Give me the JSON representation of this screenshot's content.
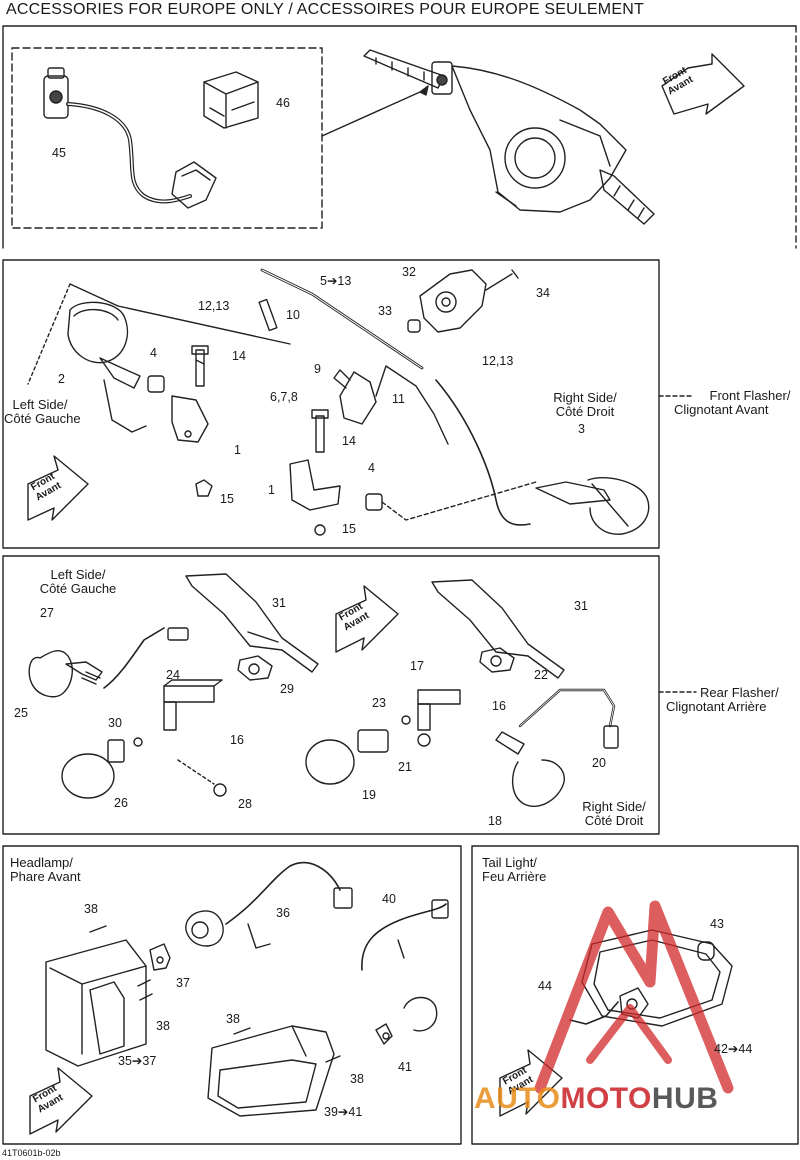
{
  "title": "ACCESSORIES FOR EUROPE ONLY / ACCESSOIRES POUR EUROPE SEULEMENT",
  "front_label": [
    "Front",
    "Avant"
  ],
  "sections": {
    "front_flasher": [
      "Front Flasher/",
      "Clignotant Avant"
    ],
    "rear_flasher": [
      "Rear Flasher/",
      "Clignotant Arrière"
    ],
    "headlamp": [
      "Headlamp/",
      "Phare Avant"
    ],
    "tail_light": [
      "Tail Light/",
      "Feu Arrière"
    ]
  },
  "sides": {
    "left": [
      "Left Side/",
      "Côté Gauche"
    ],
    "right": [
      "Right Side/",
      "Côté Droit"
    ]
  },
  "part_numbers": {
    "p45": "45",
    "p46": "46",
    "p5_13": "5➔13",
    "p32": "32",
    "p34": "34",
    "p33": "33",
    "p12_13a": "12,13",
    "p10": "10",
    "p14a": "14",
    "p4a": "4",
    "p2": "2",
    "p9": "9",
    "p12_13b": "12,13",
    "p678": "6,7,8",
    "p11": "11",
    "p3": "3",
    "p14b": "14",
    "p1a": "1",
    "p1b": "1",
    "p4b": "4",
    "p15a": "15",
    "p15b": "15",
    "p27": "27",
    "p31a": "31",
    "p31b": "31",
    "p24": "24",
    "p29": "29",
    "p25": "25",
    "p30": "30",
    "p16a": "16",
    "p26": "26",
    "p28": "28",
    "p17": "17",
    "p22": "22",
    "p23": "23",
    "p16b": "16",
    "p21": "21",
    "p19": "19",
    "p20": "20",
    "p18": "18",
    "p38a": "38",
    "p36": "36",
    "p40": "40",
    "p37": "37",
    "p38b": "38",
    "p35_37": "35➔37",
    "p38c": "38",
    "p41": "41",
    "p38d": "38",
    "p39_41": "39➔41",
    "p43": "43",
    "p44": "44",
    "p42_44": "42➔44"
  },
  "drawing_ref": "41T0601b-02b",
  "watermark": [
    "AUTO",
    "MOTO",
    "HUB"
  ]
}
